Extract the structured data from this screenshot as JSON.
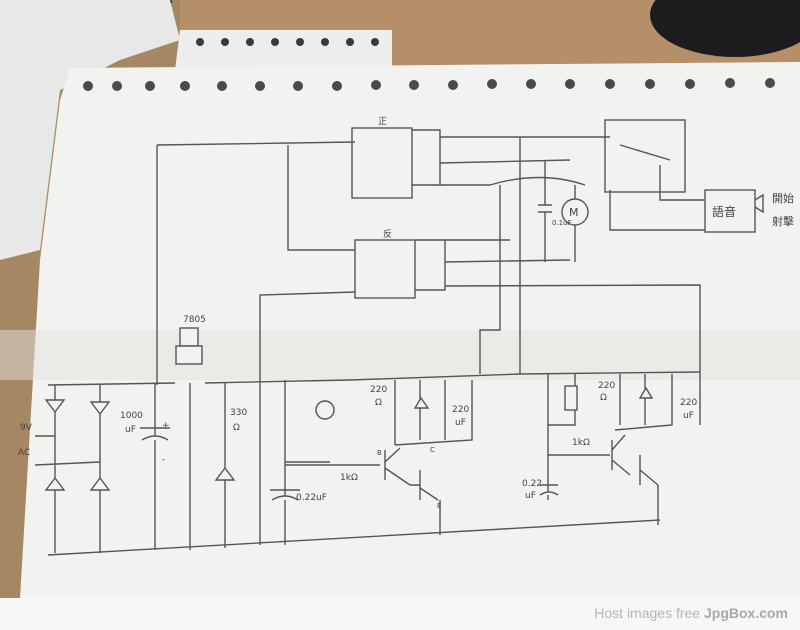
{
  "diagram": {
    "relay_forward_label": "正",
    "relay_reverse_label": "反",
    "regulator_label": "7805",
    "supply_label": "9V",
    "ac_label": "AC",
    "cap_1000_label": "1000",
    "cap_1000_unit": "uF",
    "res_330_label": "330",
    "res_330_unit": "Ω",
    "cap_022_label": "0.22uF",
    "res_1k_left_label": "1kΩ",
    "res_220_left_label": "220",
    "res_220_left_unit": "Ω",
    "cap_220_left_label": "220",
    "cap_220_left_unit": "uF",
    "res_1k_right_label": "1kΩ",
    "cap_022_right_label": "0.22",
    "cap_022_right_unit": "uF",
    "res_220_right_label": "220",
    "res_220_right_unit": "Ω",
    "cap_220_right_label": "220",
    "cap_220_right_unit": "uF",
    "motor_label": "M",
    "motor_cap_label": "0.1uF",
    "voice_module_label": "語音",
    "speaker_caption_1": "開始",
    "speaker_caption_2": "射擊",
    "plus": "+",
    "minus": "-",
    "pin_b": "B",
    "pin_c": "C",
    "pin_e": "E"
  },
  "footer": {
    "text_prefix": "Host images free ",
    "brand": "JpgBox.com"
  }
}
